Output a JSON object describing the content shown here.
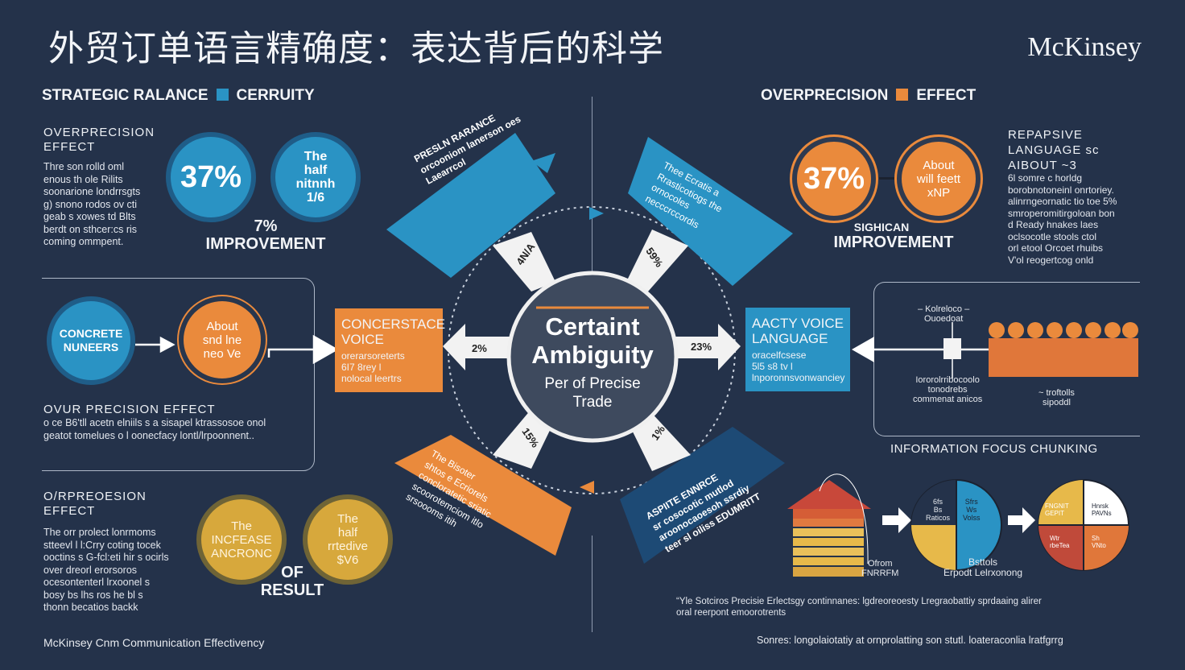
{
  "title": "外贸订单语言精确度：表达背后的科学",
  "brand": "McKinsey",
  "colors": {
    "background": "#24324a",
    "blue": "#2a93c4",
    "orange": "#ea8a3c",
    "gold": "#d7a83c",
    "navy": "#1d4a75"
  },
  "left_header": {
    "text_a": "STRATEGIC RALANCE",
    "text_b": "CERRUITY",
    "square_color": "#2a93c4"
  },
  "right_header": {
    "text_a": "OVERPRECISION",
    "text_b": "EFFECT",
    "square_color": "#ea8a3c"
  },
  "left_top": {
    "label": "OVERPRECISION\nEFFECT",
    "body": "Thre son rolld oml\nenous th ole Rilits\nsoonarione londrrsgts\ng) snono rodos ov cti\ngeab s xowes td Blts\nberdt on sthcer:cs ris\ncoming ommpent.",
    "circle1": "37%",
    "circle2": "The\nhalf\nnitnnh\n1/6",
    "improve": "7%\nIMPROVEMENT"
  },
  "left_mid": {
    "circle1": "CONCRETE\nNUNEERS",
    "circle2": "About\nsnd lne\nneo Ve",
    "box_title": "CONCERSTACE\nVOICE",
    "box_body": "orerarsoreterts\n6I7 8rey l\nnolocal leertrs",
    "label": "OVUR PRECISION EFFECT",
    "body": "o ce B6'tll acetn elniils s a sisapel ktrassosoe onol\ngeatot tomelues o l oonecfacy lontl/lrpoonnent.."
  },
  "left_bottom": {
    "label": "O/RPREOESION\nEFFECT",
    "body": "The orr prolect lonrmoms\nstteevl l l:Crry coting tocek\nooctins s G-fcl:eti hir s ocirls\nover dreorl erorsoros\nocesontenterl lrxoonel s\nbosy bs lhs ros he bl s\nthonn becatios backk",
    "circle1": "The\nINCFEASE\nANCRONC",
    "circle2": "The\nhalf\nrrtedive\n$V6",
    "result": "OF\nRESULT"
  },
  "center": {
    "title": "Certaint\nAmbiguity",
    "sub": "Per of Precise\nTrade"
  },
  "petals": {
    "top_left": "PRESLN RARANCE\norcooniom lanerson oes\nLaearrcol",
    "top_right": "Thee Ecratis a\nRrasticotiogs the\nornocoles\nnecccrccordis",
    "bottom_left": "The Bisoter\nshtos e Ecriorels\nconcloratetic sriatic\nscoorotemciom itlo\nsrsoooms itih",
    "bottom_right": "ASPIITE ENNRCE\nsr cosocotic mutlod\naroonocaoesoh ssrdiy\nteer sl oiliss EDUMRITT"
  },
  "spoke_labels": [
    "4N/A",
    "59%",
    "2%",
    "23%",
    "1%",
    "15%"
  ],
  "right_top": {
    "circle1": "37%",
    "circle2": "About\nwill feett\nxNP",
    "improve_small": "SIGHICAN",
    "improve": "IMPROVEMENT",
    "label": "REPAPSIVE\nLANGUAGE sc\nAIBOUT  ~3",
    "body": "6l somre  c horldg\nborobnotoneinl onrtoriey.\nalinrngeornatic tio toe 5%\nsmroperomitirgoloan bon\nd  Ready hnakes laes\noclsocotle stools ctol\norl etool Orcoet rhuibs\nV'ol reogertcog onld"
  },
  "right_mid": {
    "box_title": "AACTY VOICE\nLANGUAGE",
    "box_body": "oracelfcsese\n5l5  s8  tv  l\nlnporonnsvonwanciey",
    "callout1": "– Kolreloco –\nOuoedoat",
    "callout2": "Iororolrribocoolo\ntonodrebs\ncommenat anicos",
    "callout3": "~ troftolls\nsipoddl",
    "heading": "INFORMATION FOCUS CHUNKING"
  },
  "right_bottom": {
    "stack_label": "Ofrom\nFNRRFM",
    "pie1_labels": [
      "6fs\nBs\nRaticos",
      "Sfrs\nWs\nVolss"
    ],
    "pie1_caption": "Bsttols\nErpodt Lelrxonong",
    "pie2_labels": [
      "FNGNIT\nGEPIT",
      "Hnrsk\nPAVNs",
      "Wtr\nrbeTea",
      "Sh\nVNto"
    ],
    "quote": "“Yle Sotciros Precisie Erlectsgy continnanes: lgdreoreoesty Lregraobattiy sprdaaing alirer\noral reerpont emoorotrents"
  },
  "footer": {
    "left": "McKinsey Cnm Communication Effectivency",
    "right": "Sonres: longolaiotatiy at ornprolatting son stutl. loateraconlia lratfgrrg"
  }
}
